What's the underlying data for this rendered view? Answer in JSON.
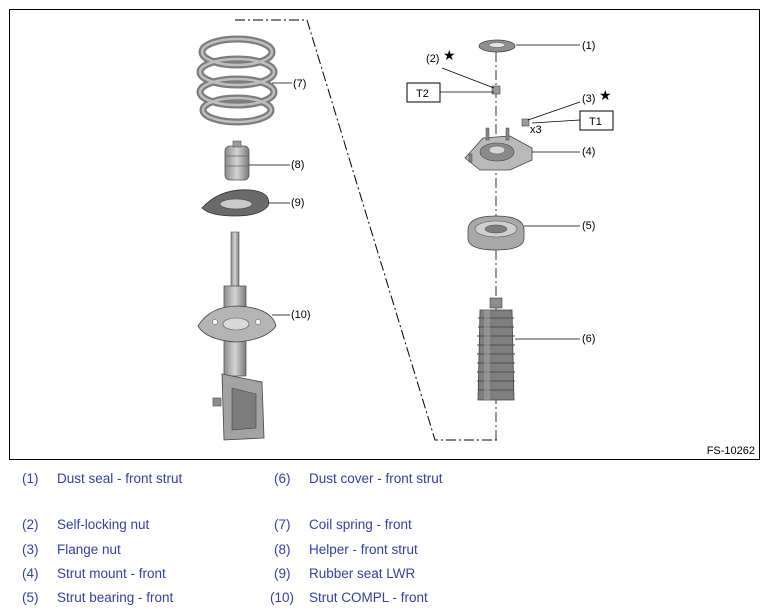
{
  "figure": {
    "id": "FS-10262",
    "callouts": {
      "c1": "(1)",
      "c2": "(2)",
      "c3": "(3)",
      "c4": "(4)",
      "c5": "(5)",
      "c6": "(6)",
      "c7": "(7)",
      "c8": "(8)",
      "c9": "(9)",
      "c10": "(10)"
    },
    "torque_labels": {
      "t1": "T1",
      "t2": "T2"
    },
    "qty_label": "x3",
    "star_symbol": "★"
  },
  "legend": {
    "items": [
      {
        "num": "(1)",
        "label": "Dust seal - front strut"
      },
      {
        "num": "(2)",
        "label": "Self-locking nut"
      },
      {
        "num": "(3)",
        "label": "Flange nut"
      },
      {
        "num": "(4)",
        "label": "Strut mount - front"
      },
      {
        "num": "(5)",
        "label": "Strut bearing - front"
      },
      {
        "num": "(6)",
        "label": "Dust cover - front strut"
      },
      {
        "num": "(7)",
        "label": "Coil spring - front"
      },
      {
        "num": "(8)",
        "label": "Helper - front strut"
      },
      {
        "num": "(9)",
        "label": "Rubber seat LWR"
      },
      {
        "num": "(10)",
        "label": "Strut COMPL - front"
      }
    ]
  },
  "colors": {
    "legend_text": "#3340a6",
    "part_gray": "#a9a9a9",
    "part_dark": "#6e6e6e"
  }
}
